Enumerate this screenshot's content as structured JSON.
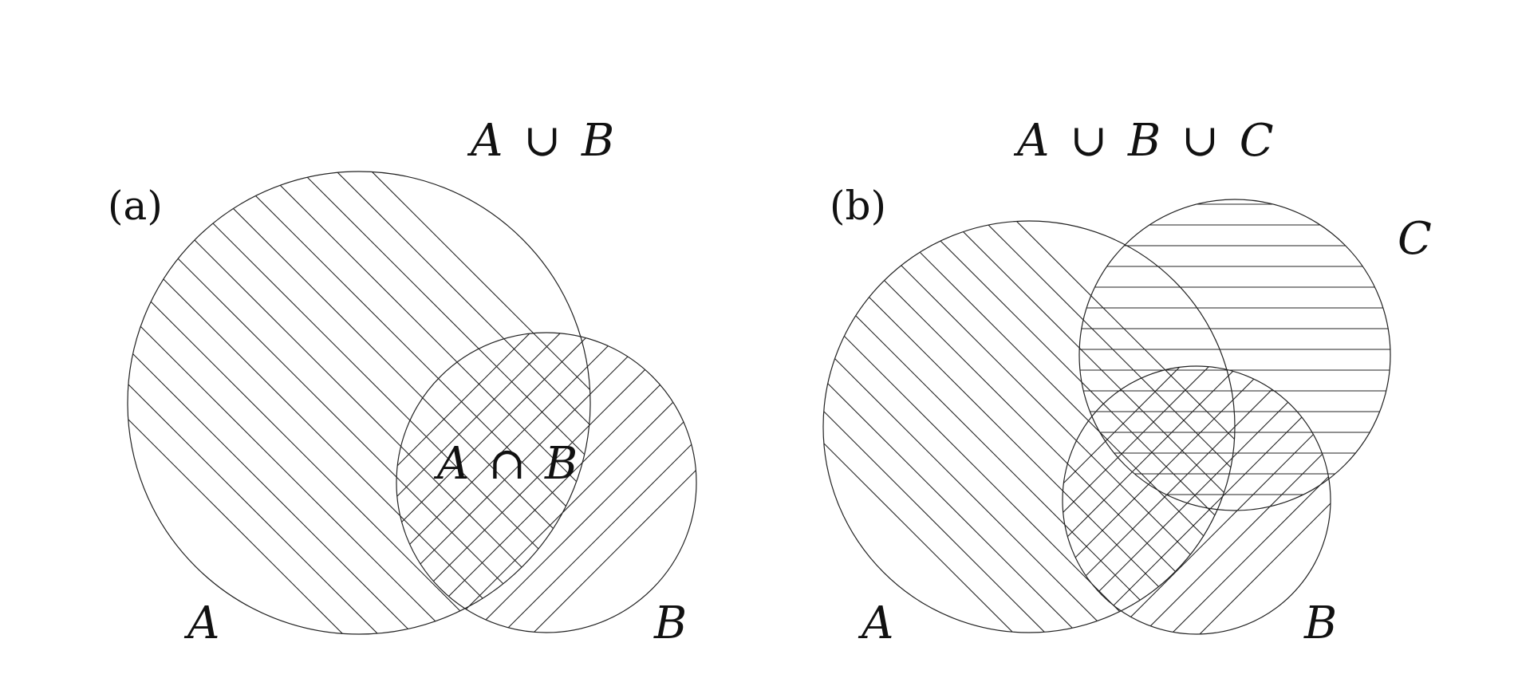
{
  "panel_a": {
    "tag": "(a)",
    "union_label": {
      "left": "A",
      "op": "∪",
      "right": "B"
    },
    "intersection_label": {
      "left": "A",
      "op": "∩",
      "right": "B"
    },
    "circle_labels": [
      "A",
      "B"
    ]
  },
  "panel_b": {
    "tag": "(b)",
    "union_label": {
      "p1": "A",
      "op1": "∪",
      "p2": "B",
      "op2": "∪",
      "p3": "C"
    },
    "circle_labels": [
      "A",
      "B",
      "C"
    ]
  },
  "colors": {
    "stroke": "#222222",
    "text": "#111111",
    "background": "#ffffff"
  }
}
